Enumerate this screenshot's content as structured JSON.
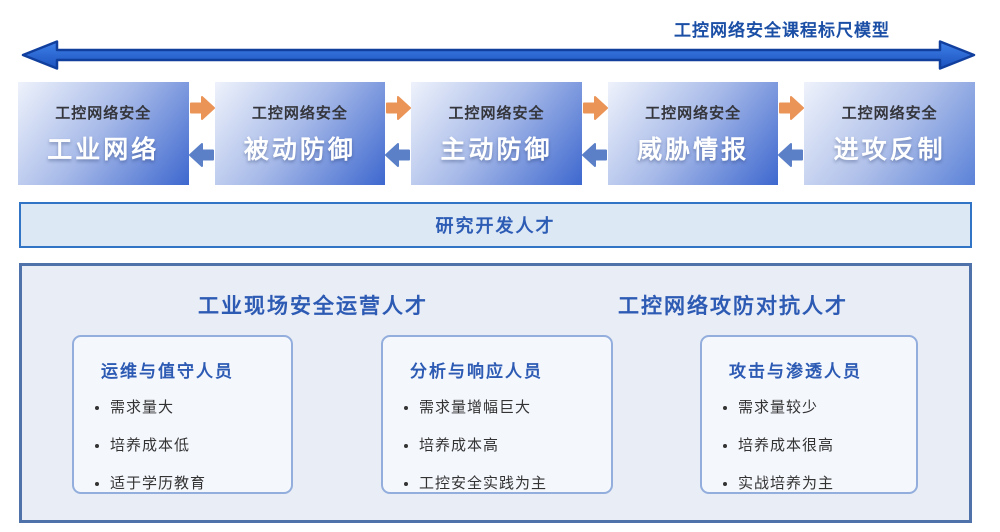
{
  "ruler": {
    "title": "工控网络安全课程标尺模型"
  },
  "stages": [
    {
      "tag": "工控网络安全",
      "name": "工业网络"
    },
    {
      "tag": "工控网络安全",
      "name": "被动防御"
    },
    {
      "tag": "工控网络安全",
      "name": "主动防御"
    },
    {
      "tag": "工控网络安全",
      "name": "威胁情报"
    },
    {
      "tag": "工控网络安全",
      "name": "进攻反制"
    }
  ],
  "research_bar": {
    "label": "研究开发人才"
  },
  "talent_panel": {
    "groups": [
      {
        "title": "工业现场安全运营人才"
      },
      {
        "title": "工控网络攻防对抗人才"
      }
    ],
    "cards": [
      {
        "title": "运维与值守人员",
        "bullets": [
          "需求量大",
          "培养成本低",
          "适于学历教育"
        ]
      },
      {
        "title": "分析与响应人员",
        "bullets": [
          "需求量增幅巨大",
          "培养成本高",
          "工控安全实践为主"
        ]
      },
      {
        "title": "攻击与渗透人员",
        "bullets": [
          "需求量较少",
          "培养成本很高",
          "实战培养为主"
        ]
      }
    ]
  },
  "icons": {
    "ruler_arrow": "double-headed-arrow",
    "forward_arrow": "right-arrow",
    "backward_arrow": "left-arrow"
  },
  "colors": {
    "ruler_arrow_fill": "#2c6bd2",
    "ruler_arrow_stroke": "#113f9e",
    "title_blue": "#1b4fa6",
    "stage_gradient_start": "#eef2fb",
    "stage_gradient_end": "#3e68cf",
    "stage_tag_text": "#35363c",
    "stage_name_text": "#ffffff",
    "forward_arrow_orange": "#eb9457",
    "backward_arrow_blue": "#5b80c8",
    "bar_fill": "#dde8f5",
    "bar_border": "#3173c4",
    "panel_fill": "#e9edf6",
    "panel_border": "#4f72ab",
    "card_fill": "#f4f7fc",
    "card_border": "#93aedd",
    "heading_blue": "#2d5bb4",
    "bullet_text": "#333333"
  }
}
